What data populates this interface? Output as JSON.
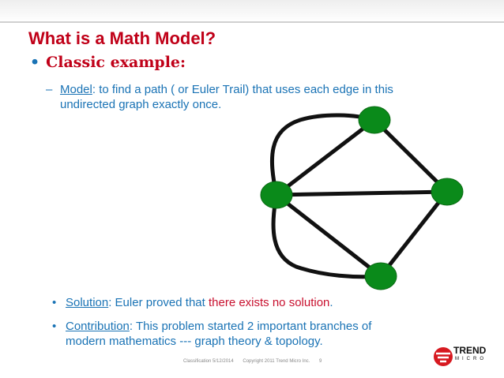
{
  "slide": {
    "title": "What is a Math Model?",
    "bullet_classic": "Classic example:",
    "model": {
      "label": "Model",
      "text_line1": ":  to find a path ( or Euler Trail)  that uses each edge in this",
      "text_line2": "undirected graph exactly once."
    },
    "solution": {
      "label": "Solution",
      "text": ":   Euler proved that ",
      "highlight": "there exists no solution",
      "end": "."
    },
    "contribution": {
      "label": "Contribution",
      "text_line1": ":  This problem started 2 important branches of",
      "text_line2": "modern mathematics --- graph theory & topology."
    }
  },
  "colors": {
    "title": "#c00018",
    "body_text": "#1a73b5",
    "highlight": "#c8102e",
    "node_fill": "#0a8a1a",
    "edge": "#111111"
  },
  "footer": {
    "classification": "Classification 5/12/2014",
    "copyright": "Copyright 2011 Trend Micro Inc.",
    "page": "9"
  },
  "logo": {
    "name": "TREND",
    "sub": "MICRO"
  }
}
